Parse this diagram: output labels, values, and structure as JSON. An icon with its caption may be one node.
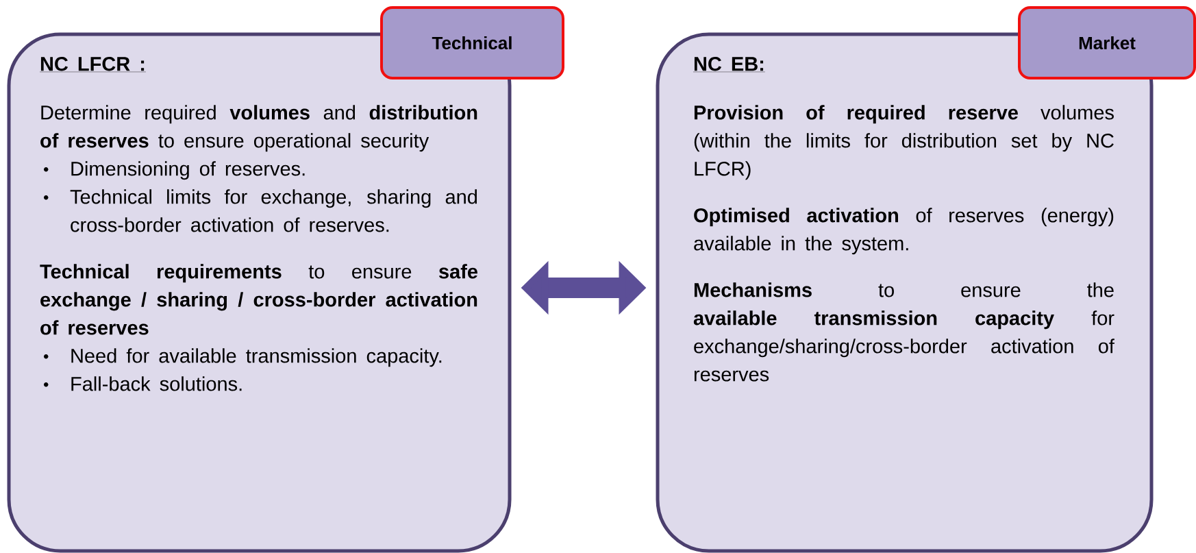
{
  "diagram": {
    "nodes": [
      {
        "text": [
          "NC LFCR  :",
          "Determine required **volumes** and **distribution of reserves** to ensure operational security",
          "Dimensioning of reserves.",
          "Technical limits for exchange, sharing and cross-border activation of reserves.",
          "**Technical requirements** to ensure **safe exchange / sharing / cross-border activation of reserves**",
          "Need for available transmission capacity.",
          "Fall-back solutions."
        ]
      },
      {
        "text": [
          "Technical"
        ]
      },
      {
        "text": [
          "NC EB:",
          "**Provision of required reserve** volumes (within the limits for distribution set by NC LFCR)",
          "**Optimised activation** of reserves (energy) available in the system.",
          "**Mechanisms** to ensure the **available transmission capacity** for exchange/sharing/cross-border activation of reserves"
        ]
      },
      {
        "text": [
          "Market"
        ]
      }
    ],
    "edges": [
      {
        "from": 0,
        "to": 2,
        "arrow": "both"
      }
    ]
  }
}
